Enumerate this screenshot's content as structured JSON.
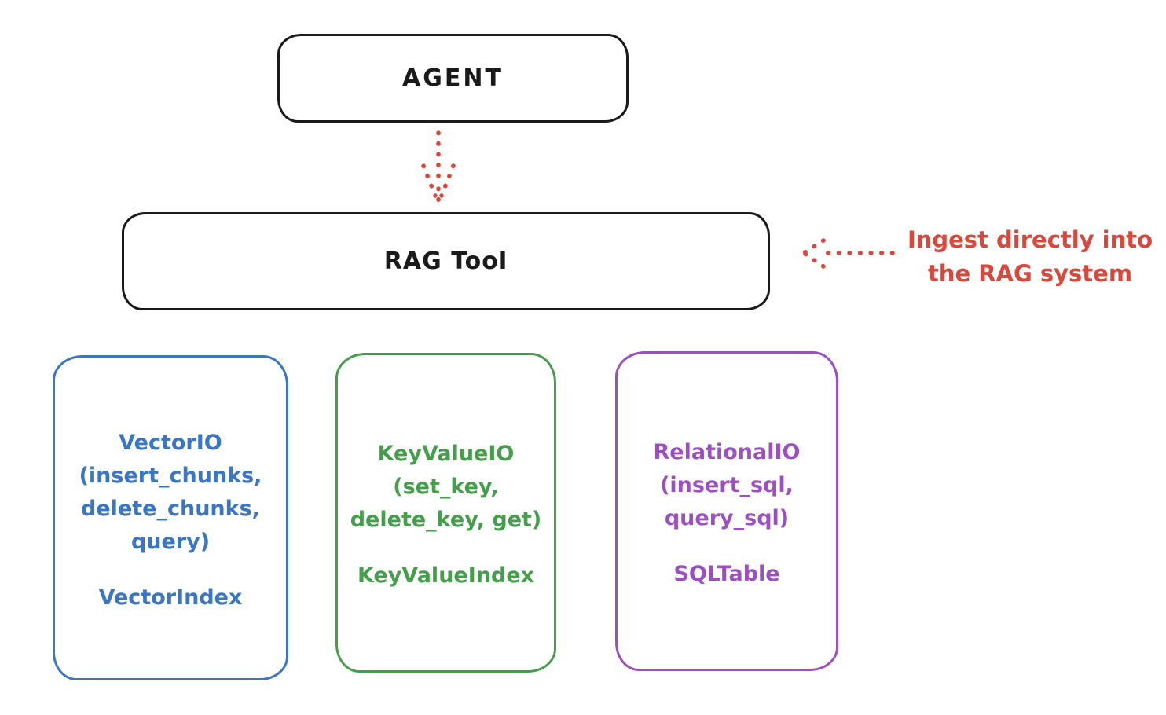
{
  "diagram": {
    "agent_box": {
      "label": "AGENT"
    },
    "rag_tool_box": {
      "label": "RAG Tool"
    },
    "annotation": {
      "text": "Ingest directly into\nthe RAG system",
      "color": "#d6493c"
    },
    "arrows": [
      {
        "name": "agent-to-rag-tool",
        "style": "dotted",
        "direction": "down",
        "color": "#d6493c"
      },
      {
        "name": "annotation-to-rag-tool",
        "style": "dotted",
        "direction": "left",
        "color": "#d6493c"
      }
    ],
    "backends": [
      {
        "io_label": "VectorIO\n(insert_chunks,\ndelete_chunks,\nquery)",
        "index_label": "VectorIndex",
        "color": "#3a76c4"
      },
      {
        "io_label": "KeyValueIO\n(set_key,\ndelete_key, get)",
        "index_label": "KeyValueIndex",
        "color": "#469e4d"
      },
      {
        "io_label": "RelationalIO\n(insert_sql,\nquery_sql)",
        "index_label": "SQLTable",
        "color": "#9c4fc1"
      }
    ],
    "colors": {
      "box_stroke": "#1a1a1a",
      "arrow": "#d6493c"
    }
  }
}
